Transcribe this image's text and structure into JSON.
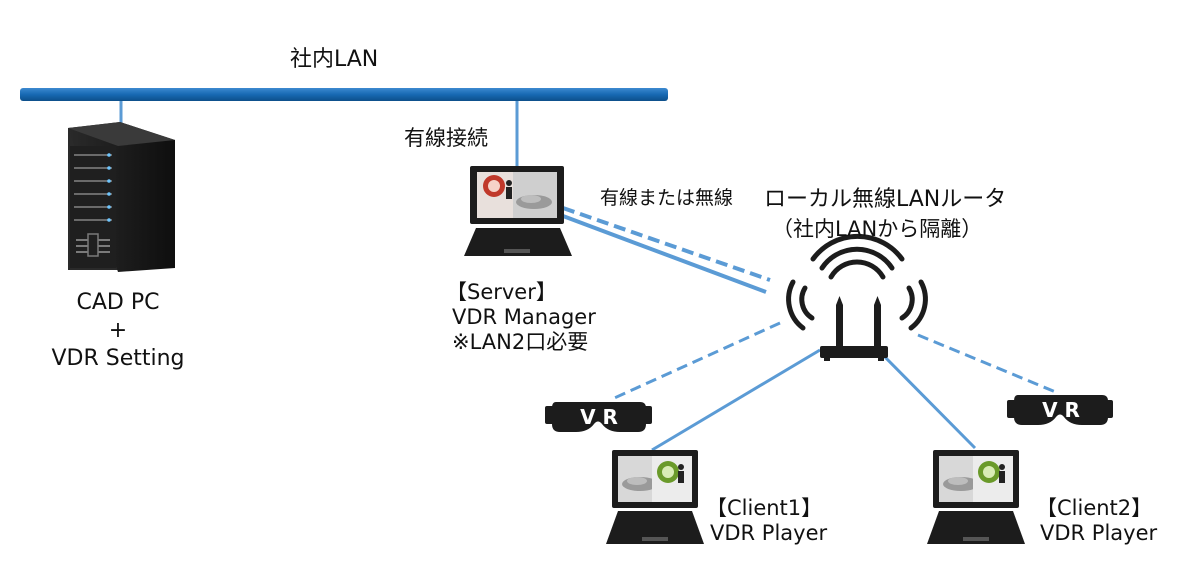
{
  "network": {
    "lan_label": "社内LAN",
    "wired_label": "有線接続",
    "wired_or_wireless_label": "有線または無線",
    "router_title": "ローカル無線LANルータ",
    "router_note": "（社内LANから隔離）"
  },
  "cad_pc": {
    "line1": "CAD PC",
    "line2": "+",
    "line3": "VDR Setting"
  },
  "server": {
    "role": "【Server】",
    "app": "VDR Manager",
    "note": "※LAN2口必要"
  },
  "client1": {
    "role": "【Client1】",
    "app": "VDR Player"
  },
  "client2": {
    "role": "【Client2】",
    "app": "VDR Player"
  },
  "vr_headset": {
    "label": "V R"
  },
  "colors": {
    "lan_bus": "#1769b3",
    "link": "#5b9bd5",
    "device": "#1c1c1c"
  }
}
